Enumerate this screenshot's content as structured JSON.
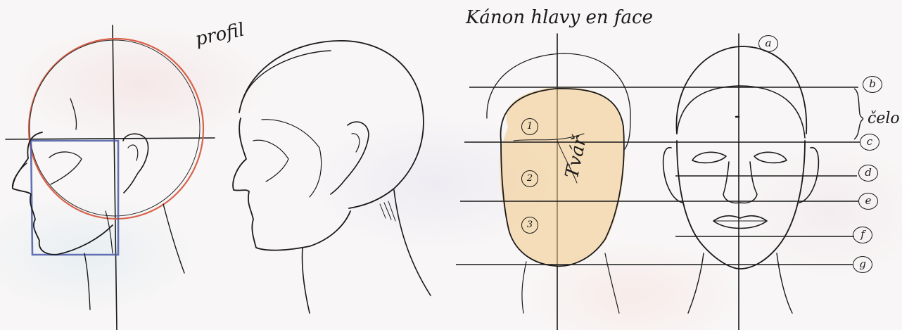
{
  "title": "Kánon hlavy en face",
  "profile_label": "profil",
  "face_label": "Tvář",
  "forehead_label": "čelo",
  "zones": [
    "1",
    "2",
    "3"
  ],
  "guide_tags": [
    "a",
    "b",
    "c",
    "d",
    "e",
    "f",
    "g"
  ],
  "colors": {
    "ink": "#1a1a1a",
    "cranium_circle": "#d9624a",
    "jaw_box": "#4a5aa8",
    "face_wash": "#f3c987"
  }
}
